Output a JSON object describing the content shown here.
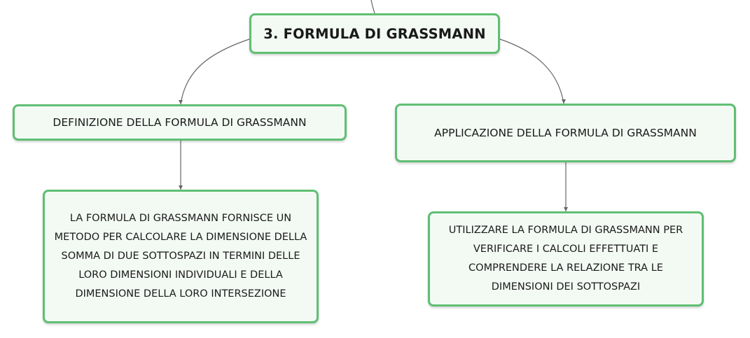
{
  "mindmap": {
    "root": {
      "label": "3. FORMULA DI GRASSMANN"
    },
    "branches": [
      {
        "label": "DEFINIZIONE DELLA FORMULA DI GRASSMANN",
        "child": "LA FORMULA DI GRASSMANN FORNISCE UN METODO PER CALCOLARE LA DIMENSIONE DELLA SOMMA DI DUE SOTTOSPAZI IN TERMINI DELLE LORO DIMENSIONI INDIVIDUALI E DELLA DIMENSIONE DELLA LORO INTERSEZIONE"
      },
      {
        "label": "APPLICAZIONE DELLA FORMULA DI GRASSMANN",
        "child": "UTILIZZARE LA FORMULA DI GRASSMANN PER VERIFICARE I CALCOLI EFFETTUATI E COMPRENDERE LA RELAZIONE TRA LE DIMENSIONI DEI SOTTOSPAZI"
      }
    ]
  },
  "colors": {
    "node_border": "#5fbf73",
    "node_fill": "#f3faf4",
    "connector": "#666666"
  }
}
